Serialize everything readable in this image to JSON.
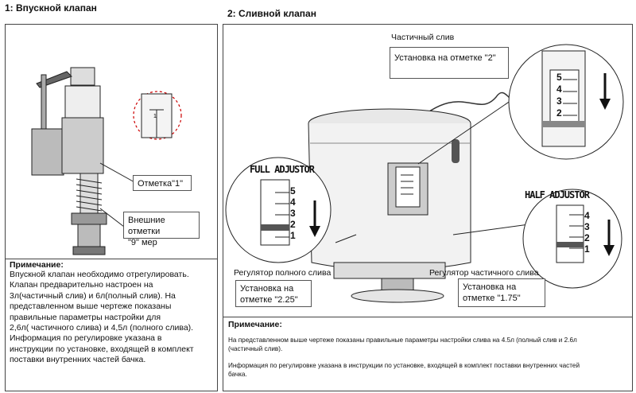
{
  "left": {
    "heading": "1: Впускной клапан",
    "callout_mark": "Отметка\"1\"",
    "callout_outer_line1": "Внешние отметки",
    "callout_outer_line2": "\"9\" мер",
    "note_title": "Примечание:",
    "note_lines": [
      "Впускной клапан необходимо отрегулировать.",
      "Клапан предварительно настроен на",
      "3л(частичный слив) и 6л(полный слив). На",
      "представленном выше чертеже показаны",
      "правильные параметры настройки для",
      "2,6л( частичного слива) и 4,5л (полного слива).",
      "Информация по регулировке указана в",
      "инструкции по установке, входящей в комплект",
      "поставки внутренних частей бачка."
    ]
  },
  "right": {
    "heading": "2: Сливной клапан",
    "partial_label": "Частичный слив",
    "partial_setting": "Установка на отметке \"2\"",
    "full_adjustor": "FULL ADJUSTOR",
    "half_adjustor": "HALF ADJUSTOR",
    "full_regulator_label": "Регулятор полного слива",
    "partial_regulator_label": "Регулятор частичного слива",
    "full_setting_line1": "Установка на",
    "full_setting_line2": "отметке \"2.25\"",
    "half_setting_line1": "Установка на",
    "half_setting_line2": "отметке \"1.75\"",
    "scale_numbers": [
      "5",
      "4",
      "3",
      "2",
      "1"
    ],
    "half_scale_numbers": [
      "4",
      "3",
      "2",
      "1"
    ],
    "detail_mark": "1",
    "note_title": "Примечание:",
    "note_para1_line1": "На представленном выше чертеже показаны правильные параметры настройки слива на 4.5л (полный слив и 2.6л",
    "note_para1_line2": "(частичный слив).",
    "note_para2_line1": "Информация по регулировке указана в инструкции по установке, входящей в комплект поставки внутренних частей",
    "note_para2_line2": "бачка."
  }
}
